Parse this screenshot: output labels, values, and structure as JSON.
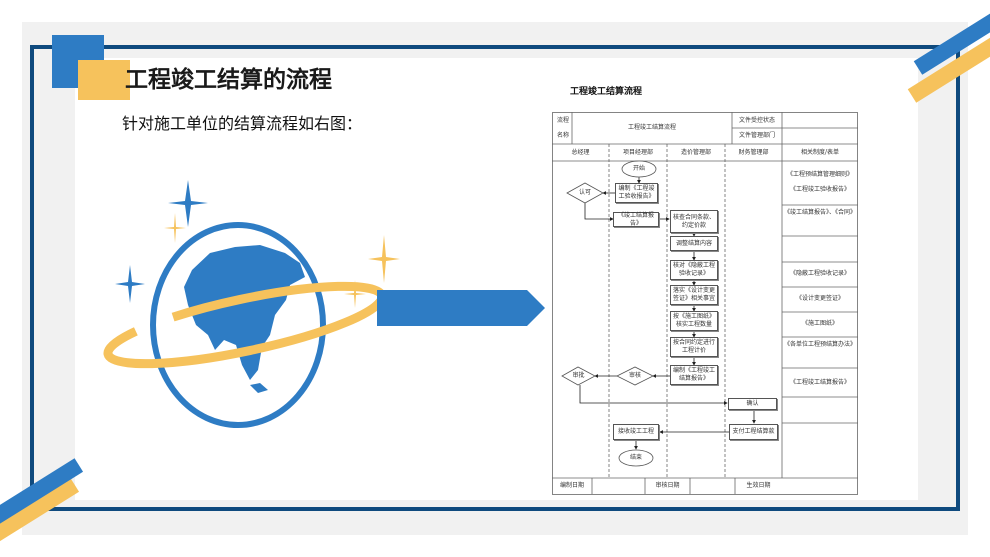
{
  "slide": {
    "title": "工程竣工结算的流程",
    "subtitle": "针对施工单位的结算流程如右图：",
    "colors": {
      "dark_blue": "#0f4a7e",
      "blue": "#2e7cc4",
      "yellow": "#f6c25c"
    }
  },
  "flowchart": {
    "title": "工程竣工结算流程",
    "header": {
      "name_label_1": "流程",
      "name_label_2": "名称",
      "name_value": "工程竣工结算流程",
      "status_label": "文件受控状态",
      "dept_label": "文件管理部门"
    },
    "columns": [
      "总经理",
      "项目经理部",
      "造价管理部",
      "财务管理部",
      "相关制度/表单"
    ],
    "nodes": {
      "start": "开始",
      "compile_acceptance": "编制《工程竣工验收报告》",
      "approve": "认可",
      "settlement_report": "《竣工结算报告》",
      "check_contract": "核查合同条款、约定价款",
      "adjust": "调整结算内容",
      "check_hidden": "核对《隐蔽工程验收记录》",
      "implement_change": "落实《设计变更签证》相关事宜",
      "verify_quantity": "按《施工图纸》核实工程数量",
      "pricing": "按合同约定进行工程计价",
      "compile_settlement": "编制《工程竣工结算报告》",
      "sign_off": "审批",
      "review": "审核",
      "confirm": "确认",
      "pay": "支付工程结算款",
      "receive": "接收竣工工程",
      "end": "结束"
    },
    "forms": [
      "《工程预结算管理细则》",
      "《工程竣工验收报告》",
      "《竣工结算报告》、《合同》",
      "《隐蔽工程验收记录》",
      "《设计变更签证》",
      "《施工图纸》",
      "《各单位工程预结算办法》",
      "《工程竣工结算报告》"
    ],
    "footer": {
      "compile_date": "编制日期",
      "review_date": "审核日期",
      "effective_date": "生效日期"
    }
  }
}
